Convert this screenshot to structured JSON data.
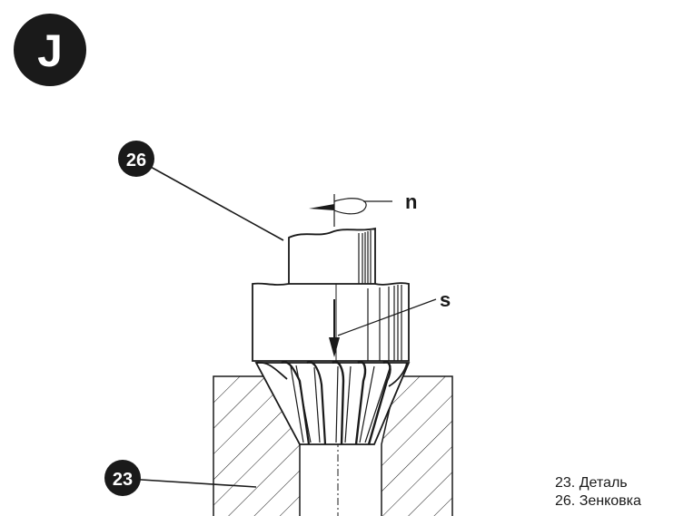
{
  "section_badge": "J",
  "motion_labels": {
    "rotation": "n",
    "feed": "s"
  },
  "callouts": {
    "countersink": "26",
    "workpiece": "23"
  },
  "legend": {
    "items": [
      {
        "label": "23. Деталь"
      },
      {
        "label": "26. Зенковка"
      }
    ]
  },
  "colors": {
    "ink": "#1a1a1a",
    "background": "#ffffff"
  }
}
